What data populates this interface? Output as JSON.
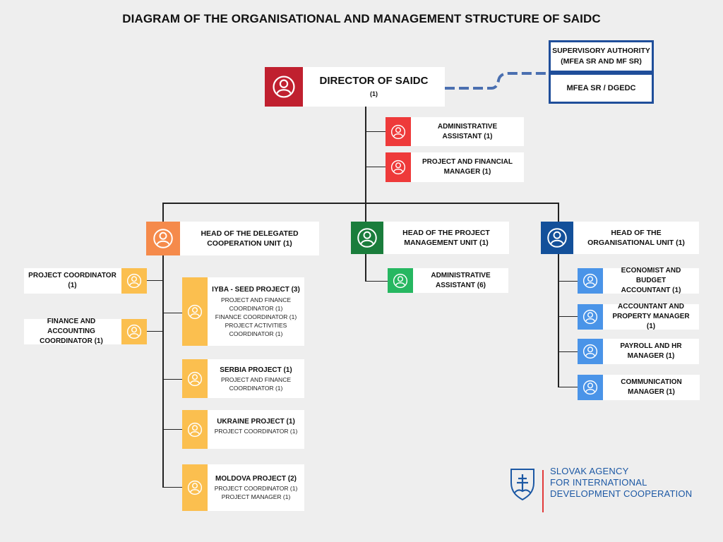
{
  "title": "DIAGRAM OF THE ORGANISATIONAL AND MANAGEMENT STRUCTURE OF SAIDC",
  "colors": {
    "red_dark": "#c0202f",
    "red": "#ee3a3a",
    "orange": "#f58a4b",
    "yellow": "#fbbf4f",
    "green_dark": "#1a7d3c",
    "green": "#26b761",
    "blue_dark": "#13509a",
    "blue": "#4a94e8",
    "sup_border": "#1f4e9a"
  },
  "icon": "person-icon",
  "director": {
    "label": "DIRECTOR OF SAIDC",
    "count": "(1)"
  },
  "supervisory": {
    "line1": "SUPERVISORY AUTHORITY",
    "line2": "(MFEA SR AND MF SR)",
    "mfea": "MFEA SR / DGEDC"
  },
  "director_staff": [
    {
      "line1": "ADMINISTRATIVE",
      "line2": "ASSISTANT (1)"
    },
    {
      "line1": "PROJECT AND FINANCIAL",
      "line2": "MANAGER (1)"
    }
  ],
  "heads": {
    "delegated": {
      "line1": "HEAD OF THE DELEGATED",
      "line2": "COOPERATION UNIT (1)"
    },
    "project": {
      "line1": "HEAD OF THE PROJECT",
      "line2": "MANAGEMENT UNIT (1)"
    },
    "organisational": {
      "line1": "HEAD OF THE",
      "line2": "ORGANISATIONAL UNIT (1)"
    }
  },
  "delegated_left": [
    {
      "line1": "PROJECT COORDINATOR (1)"
    },
    {
      "line1": "FINANCE AND ACCOUNTING",
      "line2": "COORDINATOR (1)"
    }
  ],
  "projects": [
    {
      "name": "IYBA - SEED PROJECT (3)",
      "roles": [
        "PROJECT AND FINANCE",
        "COORDINATOR (1)",
        "FINANCE COORDINATOR (1)",
        "PROJECT ACTIVITIES",
        "COORDINATOR (1)"
      ]
    },
    {
      "name": "SERBIA PROJECT (1)",
      "roles": [
        "PROJECT AND FINANCE",
        "COORDINATOR (1)"
      ]
    },
    {
      "name": "UKRAINE PROJECT (1)",
      "roles": [
        "PROJECT COORDINATOR (1)"
      ]
    },
    {
      "name": "MOLDOVA PROJECT (2)",
      "roles": [
        "PROJECT COORDINATOR (1)",
        "PROJECT MANAGER (1)"
      ]
    }
  ],
  "project_unit_staff": [
    {
      "line1": "ADMINISTRATIVE",
      "line2": "ASSISTANT (6)"
    }
  ],
  "org_unit_staff": [
    {
      "line1": "ECONOMIST AND BUDGET",
      "line2": "ACCOUNTANT (1)"
    },
    {
      "line1": "ACCOUNTANT AND",
      "line2": "PROPERTY MANAGER (1)"
    },
    {
      "line1": "PAYROLL AND HR",
      "line2": "MANAGER (1)"
    },
    {
      "line1": "COMMUNICATION",
      "line2": "MANAGER (1)"
    }
  ],
  "logo": {
    "line1": "SLOVAK AGENCY",
    "line2": "FOR INTERNATIONAL",
    "line3": "DEVELOPMENT COOPERATION"
  }
}
